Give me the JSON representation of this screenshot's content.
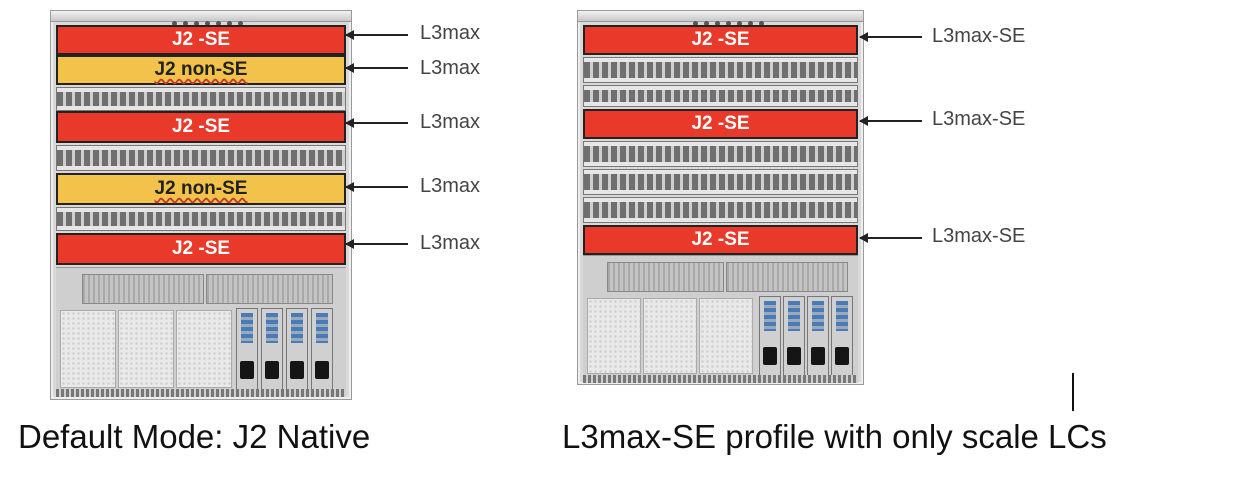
{
  "left_chassis": {
    "cards": [
      {
        "label": "J2 -SE",
        "color": "#e8392a"
      },
      {
        "label": "J2 non-SE",
        "color": "#f2c24a"
      },
      {
        "label": "J2 -SE",
        "color": "#e8392a"
      },
      {
        "label": "J2 non-SE",
        "color": "#f2c24a"
      },
      {
        "label": "J2 -SE",
        "color": "#e8392a"
      }
    ],
    "callouts": [
      "L3max",
      "L3max",
      "L3max",
      "L3max",
      "L3max"
    ],
    "caption": "Default Mode: J2 Native"
  },
  "right_chassis": {
    "cards": [
      {
        "label": "J2 -SE",
        "color": "#e8392a"
      },
      {
        "label": "J2 -SE",
        "color": "#e8392a"
      },
      {
        "label": "J2 -SE",
        "color": "#e8392a"
      }
    ],
    "callouts": [
      "L3max-SE",
      "L3max-SE",
      "L3max-SE"
    ],
    "caption": "L3max-SE profile with only scale LCs"
  }
}
